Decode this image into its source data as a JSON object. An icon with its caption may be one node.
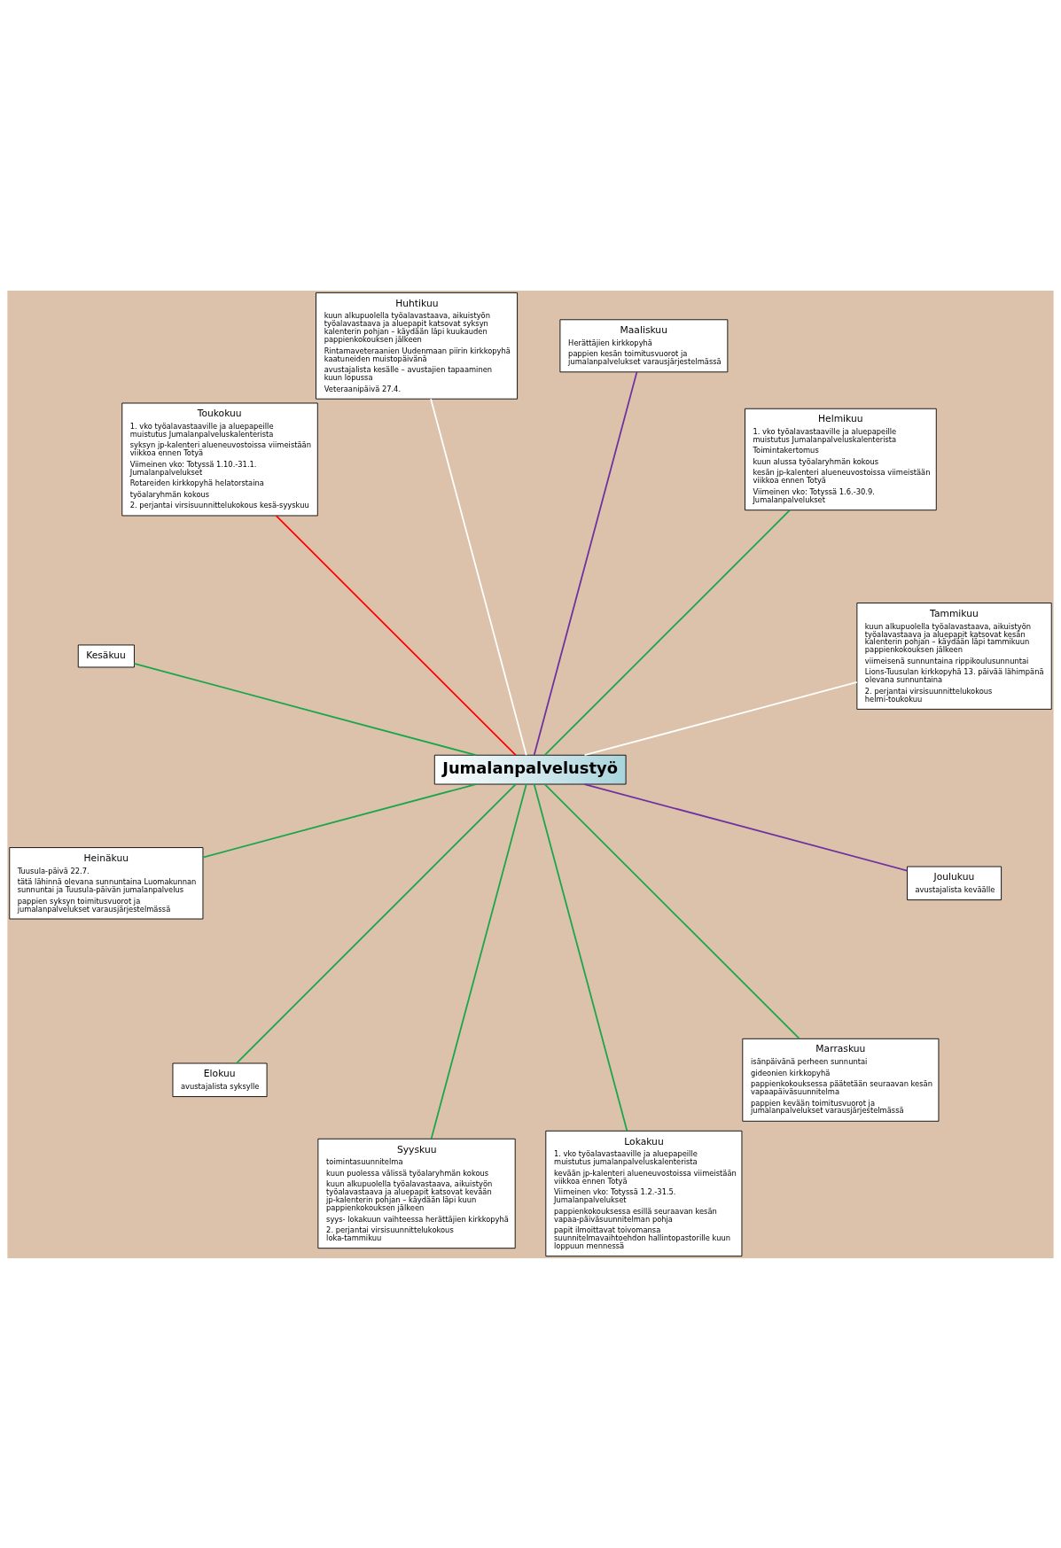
{
  "diagram": {
    "nodes": [
      {
        "text": [
          "Jumalanpalvelustyö"
        ]
      },
      {
        "text": [
          "Tammikuu",
          "kuun alkupuolella työalavastaava, aikuistyön työalavastaava ja aluepapit katsovat kesän kalenterin pohjan – käydään läpi tammikuun pappienkokouksen jälkeen",
          "viimeisenä sunnuntaina rippikoulusunnuntai",
          "Lions-Tuusulan kirkkopyhä 13. päivää lähimpänä olevana sunnuntaina",
          "2. perjantai virsisuunnittelukokous helmi-toukokuu"
        ]
      },
      {
        "text": [
          "Helmikuu",
          "1. vko työalavastaaville ja aluepapeille muistutus Jumalanpalveluskalenterista",
          "Toimintakertomus",
          "kuun alussa työalaryhmän kokous",
          "kesän jp-kalenteri alueneuvostoissa viimeistään viikkoa ennen Totyä",
          "Viimeinen vko: Totyssä 1.6.-30.9. Jumalanpalvelukset"
        ]
      },
      {
        "text": [
          "Maaliskuu",
          "Herättäjien kirkkopyhä",
          "pappien kesän toimitusvuorot ja jumalanpalvelukset varausjärjestelmässä"
        ]
      },
      {
        "text": [
          "Huhtikuu",
          "kuun alkupuolella työalavastaava, aikuistyön työalavastaava ja aluepapit katsovat syksyn kalenterin pohjan – käydään läpi kuukauden pappienkokouksen jälkeen",
          "Rintamaveteraanien Uudenmaan piirin kirkkopyhä kaatuneiden muistopäivänä",
          "avustajalista kesälle – avustajien tapaaminen kuun lopussa",
          "Veteraanipäivä 27.4."
        ]
      },
      {
        "text": [
          "Toukokuu",
          "1. vko työalavastaaville ja aluepapeille muistutus Jumalanpalveluskalenterista",
          "syksyn jp-kalenteri alueneuvostoissa viimeistään viikkoa ennen Totyä",
          "Viimeinen vko: Totyssä 1.10.-31.1. Jumalanpalvelukset",
          "Rotareiden kirkkopyhä helatorstaina",
          "työalaryhmän kokous",
          "2. perjantai virsisuunnittelukokous kesä-syyskuu"
        ]
      },
      {
        "text": [
          "Kesäkuu"
        ]
      },
      {
        "text": [
          "Heinäkuu",
          "Tuusula-päivä 22.7.",
          "tätä lähinnä olevana sunnuntaina Luomakunnan sunnuntai ja Tuusula-päivän jumalanpalvelus",
          "pappien syksyn toimitusvuorot ja jumalanpalvelukset varausjärjestelmässä"
        ]
      },
      {
        "text": [
          "Elokuu",
          "avustajalista syksylle"
        ]
      },
      {
        "text": [
          "Syyskuu",
          "toimintasuunnitelma",
          "kuun puolessa välissä työalaryhmän kokous",
          "kuun alkupuolella työalavastaava, aikuistyön työalavastaava ja aluepapit katsovat kevään jp-kalenterin pohjan – käydään läpi kuun pappienkokouksen jälkeen",
          "syys- lokakuun vaihteessa herättäjien kirkkopyhä",
          "2. perjantai virsisuunnittelukokous loka-tammikuu"
        ]
      },
      {
        "text": [
          "Lokakuu",
          "1. vko työalavastaaville ja aluepapeille muistutus jumalanpalveluskalenterista",
          "kevään jp-kalenteri alueneuvostoissa viimeistään viikkoa ennen Totyä",
          "Viimeinen vko: Totyssä 1.2.-31.5. Jumalanpalvelukset",
          "pappienkokouksessa esillä seuraavan kesän vapaa-päiväsuunnitelman pohja",
          "papit ilmoittavat toivomansa suunnitelmavaihtoehdon hallintopastorille kuun loppuun mennessä"
        ]
      },
      {
        "text": [
          "Marraskuu",
          "isänpäivänä perheen sunnuntai",
          "gideonien kirkkopyhä",
          "pappienkokouksessa päätetään seuraavan kesän vapaapäiväsuunnitelma",
          "pappien kevään toimitusvuorot ja jumalanpalvelukset varausjärjestelmässä"
        ]
      },
      {
        "text": [
          "Joulukuu",
          "avustajalista keväälle"
        ]
      }
    ],
    "edges": [
      {
        "from": 0,
        "to": 1,
        "arrow": "none",
        "color": "#ffffff"
      },
      {
        "from": 0,
        "to": 2,
        "arrow": "none"
      },
      {
        "from": 0,
        "to": 3,
        "arrow": "none",
        "color": "#7030a0"
      },
      {
        "from": 0,
        "to": 4,
        "arrow": "none",
        "color": "#ffffff"
      },
      {
        "from": 0,
        "to": 5,
        "arrow": "none",
        "color": "#ff0000"
      },
      {
        "from": 0,
        "to": 6,
        "arrow": "none"
      },
      {
        "from": 0,
        "to": 7,
        "arrow": "none"
      },
      {
        "from": 0,
        "to": 8,
        "arrow": "none"
      },
      {
        "from": 0,
        "to": 9,
        "arrow": "none"
      },
      {
        "from": 0,
        "to": 10,
        "arrow": "none"
      },
      {
        "from": 0,
        "to": 11,
        "arrow": "none"
      },
      {
        "from": 0,
        "to": 12,
        "arrow": "none",
        "color": "#7030a0"
      }
    ]
  }
}
